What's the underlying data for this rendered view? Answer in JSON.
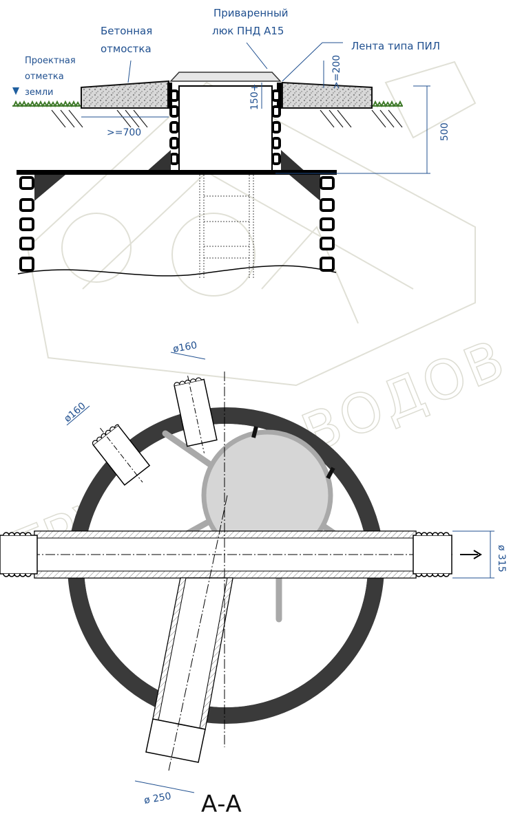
{
  "labels": {
    "welded_hatch_l1": "Приваренный",
    "welded_hatch_l2": "люк ПНД А15",
    "concrete_l1": "Бетонная",
    "concrete_l2": "отмостка",
    "tape": "Лента типа ПИЛ",
    "ground_l1": "Проектная",
    "ground_l2": "отметка",
    "ground_l3": "земли"
  },
  "dimensions": {
    "d700": ">=700",
    "d200": ">=200",
    "d150": "150+",
    "d500": "500",
    "dia160_a": "ø160",
    "dia160_b": "ø160",
    "dia315": "ø 315",
    "dia250": "ø 250"
  },
  "section_title": "А-А",
  "watermark": "ТРУБОПРОВОДОВ",
  "colors": {
    "annotation": "#1f4f8f",
    "ring": "#3a3a3a",
    "gray_fill": "#d6d6d6",
    "grass": "#4a7a30",
    "watermark": "#e4e4dc"
  }
}
